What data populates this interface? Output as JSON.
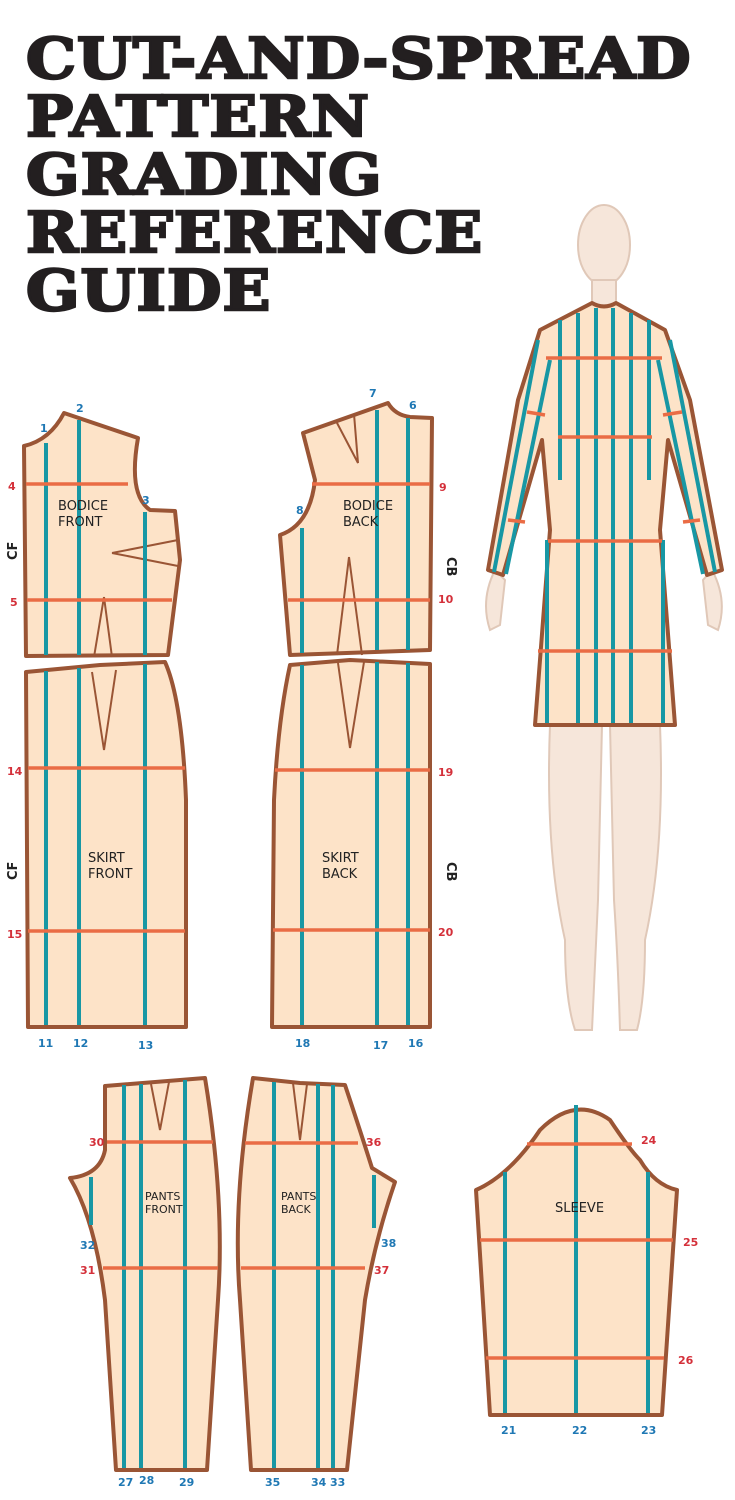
{
  "title_lines": [
    "CUT-AND-SPREAD",
    "PATTERN",
    "GRADING",
    "REFERENCE",
    "GUIDE"
  ],
  "pieces": {
    "bodice_front": [
      "BODICE",
      "FRONT"
    ],
    "bodice_back": [
      "BODICE",
      "BACK"
    ],
    "skirt_front": [
      "SKIRT",
      "FRONT"
    ],
    "skirt_back": [
      "SKIRT",
      "BACK"
    ],
    "pants_front": [
      "PANTS",
      "FRONT"
    ],
    "pants_back": [
      "PANTS",
      "BACK"
    ],
    "sleeve": [
      "SLEEVE"
    ]
  },
  "center_labels": {
    "cf": "CF",
    "cb": "CB"
  },
  "colors": {
    "piece_fill": "#fde3c8",
    "outline": "#9a5535",
    "vertical_lines": "#1897a4",
    "horizontal_lines": "#ea6c45",
    "numbers_blue": "#1f78b4",
    "numbers_red": "#d4303a"
  },
  "n": {
    "1": "1",
    "2": "2",
    "3": "3",
    "4": "4",
    "5": "5",
    "6": "6",
    "7": "7",
    "8": "8",
    "9": "9",
    "10": "10",
    "11": "11",
    "12": "12",
    "13": "13",
    "14": "14",
    "15": "15",
    "16": "16",
    "17": "17",
    "18": "18",
    "19": "19",
    "20": "20",
    "21": "21",
    "22": "22",
    "23": "23",
    "24": "24",
    "25": "25",
    "26": "26",
    "27": "27",
    "28": "28",
    "29": "29",
    "30": "30",
    "31": "31",
    "32": "32",
    "33": "33",
    "34": "34",
    "35": "35",
    "36": "36",
    "37": "37",
    "38": "38"
  }
}
